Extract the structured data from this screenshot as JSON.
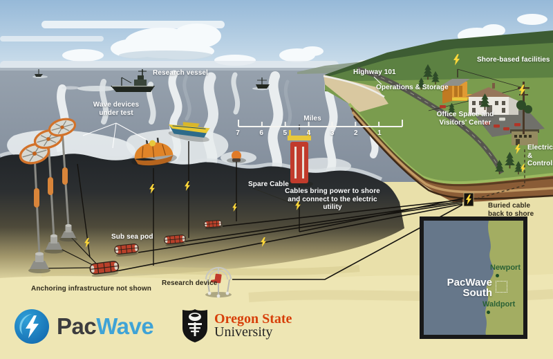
{
  "scene": {
    "labels": {
      "research_vessel": "Research vessel",
      "wave_devices": "Wave devices\nunder test",
      "highway": "Highway 101",
      "operations": "Operations & Storage",
      "shore_facilities": "Shore-based facilities",
      "office_space": "Office Space and\nVisitors' Center",
      "electrical": "Electrical\n& Controls",
      "spare_cable": "Spare Cable",
      "cables_power": "Cables bring power to shore\nand connect to the electric utility",
      "buried_cable": "Buried cable\nback to shore",
      "sub_sea_pod": "Sub sea pod",
      "research_device": "Research device",
      "anchoring": "Anchoring infrastructure not shown"
    },
    "scale": {
      "title": "Miles",
      "ticks": [
        "7",
        "6",
        "5",
        "4",
        "3",
        "2",
        "1"
      ]
    },
    "inset_map": {
      "site": "PacWave\nSouth",
      "towns": [
        "Newport",
        "Waldport"
      ],
      "ocean_color": "#66778a",
      "land_color": "#a3ad62",
      "town_text_color": "#2a6135"
    },
    "logos": {
      "pacwave": {
        "pac": "Pac",
        "wave": "Wave",
        "blue": "#2c9fd6"
      },
      "osu": {
        "line1": "Oregon State",
        "line2": "University",
        "orange": "#d73f09"
      }
    },
    "palette": {
      "sky": "#9dbdd9",
      "ocean": "#8c97a5",
      "underwater_dark": "#23262a",
      "sand": "#e9e0aa",
      "device_orange": "#e08428",
      "device_red": "#c13b2c",
      "bolt_yellow": "#ffd83a",
      "hill_green": "#5c8142",
      "cliff_brown": "#8a5c36"
    }
  }
}
